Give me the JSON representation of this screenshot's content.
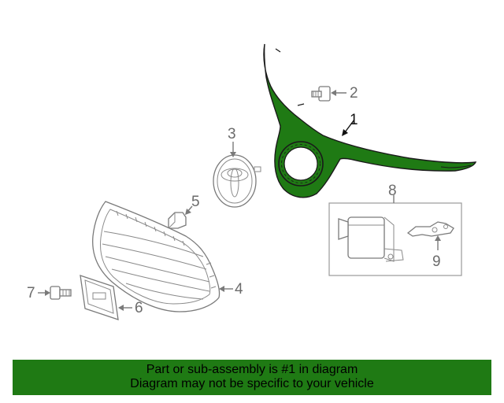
{
  "diagram": {
    "highlight_color": "#1f7a14",
    "callouts": {
      "c1": "1",
      "c2": "2",
      "c3": "3",
      "c4": "4",
      "c5": "5",
      "c6": "6",
      "c7": "7",
      "c8": "8",
      "c9": "9"
    }
  },
  "banner": {
    "line1": "Part or sub-assembly is #1 in diagram",
    "line2": "Diagram may not be specific to your vehicle"
  }
}
